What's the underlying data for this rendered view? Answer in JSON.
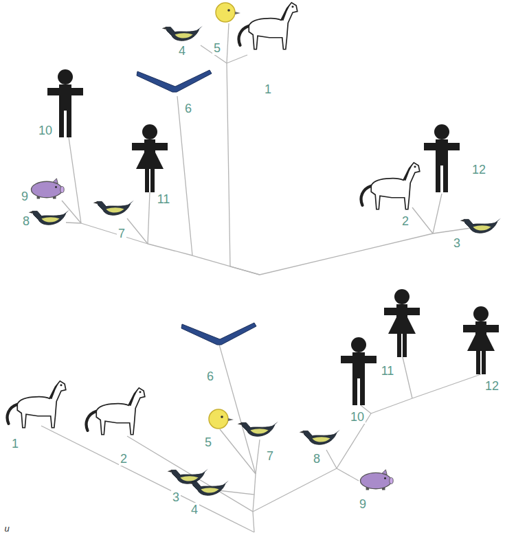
{
  "diagram": {
    "labels": [
      "4",
      "5",
      "1",
      "10",
      "6",
      "11",
      "12",
      "2",
      "9",
      "8",
      "7",
      "3",
      "6",
      "10",
      "11",
      "12",
      "1",
      "2",
      "5",
      "7",
      "3",
      "8",
      "4",
      "9",
      "u"
    ]
  }
}
